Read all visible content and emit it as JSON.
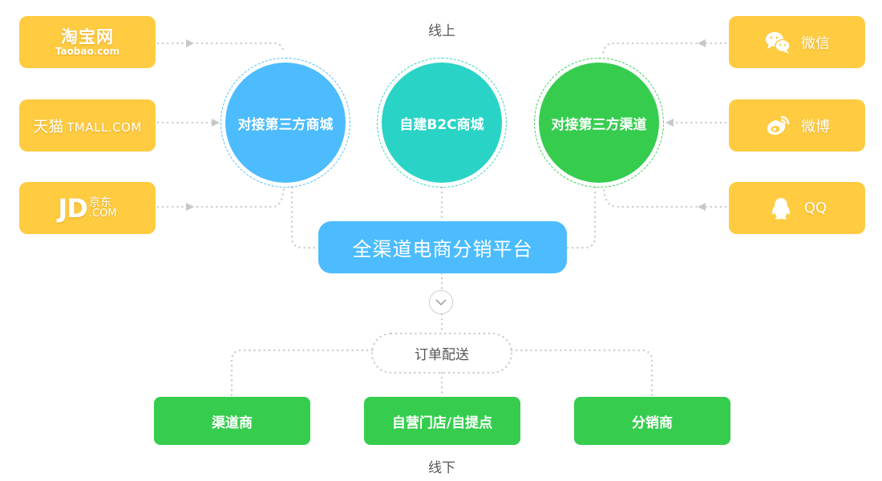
{
  "labels": {
    "online": "线上",
    "offline": "线下"
  },
  "colors": {
    "source_box": "#fecb41",
    "circle_mall": "#4cbcfe",
    "circle_b2c": "#29d4c6",
    "circle_channel": "#36cd4f",
    "platform": "#4cbcfe",
    "destination": "#36cd4f",
    "connector": "#cfcfcf"
  },
  "sources_left": [
    {
      "name": "taobao",
      "text": "淘宝网",
      "sub": "Taobao.com"
    },
    {
      "name": "tmall",
      "text": "天猫",
      "sub": "TMALL.COM"
    },
    {
      "name": "jd",
      "text": "JD",
      "cn": "京东",
      "sub": ".COM"
    }
  ],
  "sources_right": [
    {
      "name": "wechat",
      "icon": "wechat-icon",
      "text": "微信"
    },
    {
      "name": "weibo",
      "icon": "weibo-icon",
      "text": "微博"
    },
    {
      "name": "qq",
      "icon": "qq-penguin-icon",
      "text": "QQ"
    }
  ],
  "circles": [
    {
      "name": "third-party-mall",
      "text": "对接第三方商城"
    },
    {
      "name": "own-b2c-mall",
      "text": "自建B2C商城"
    },
    {
      "name": "third-party-channel",
      "text": "对接第三方渠道"
    }
  ],
  "platform": {
    "text": "全渠道电商分销平台"
  },
  "expand": {
    "icon": "chevron-down-icon"
  },
  "order_delivery": {
    "text": "订单配送"
  },
  "destinations": [
    {
      "name": "channel-dealer",
      "text": "渠道商"
    },
    {
      "name": "own-store-pickup",
      "text": "自营门店/自提点"
    },
    {
      "name": "distributor",
      "text": "分销商"
    }
  ]
}
